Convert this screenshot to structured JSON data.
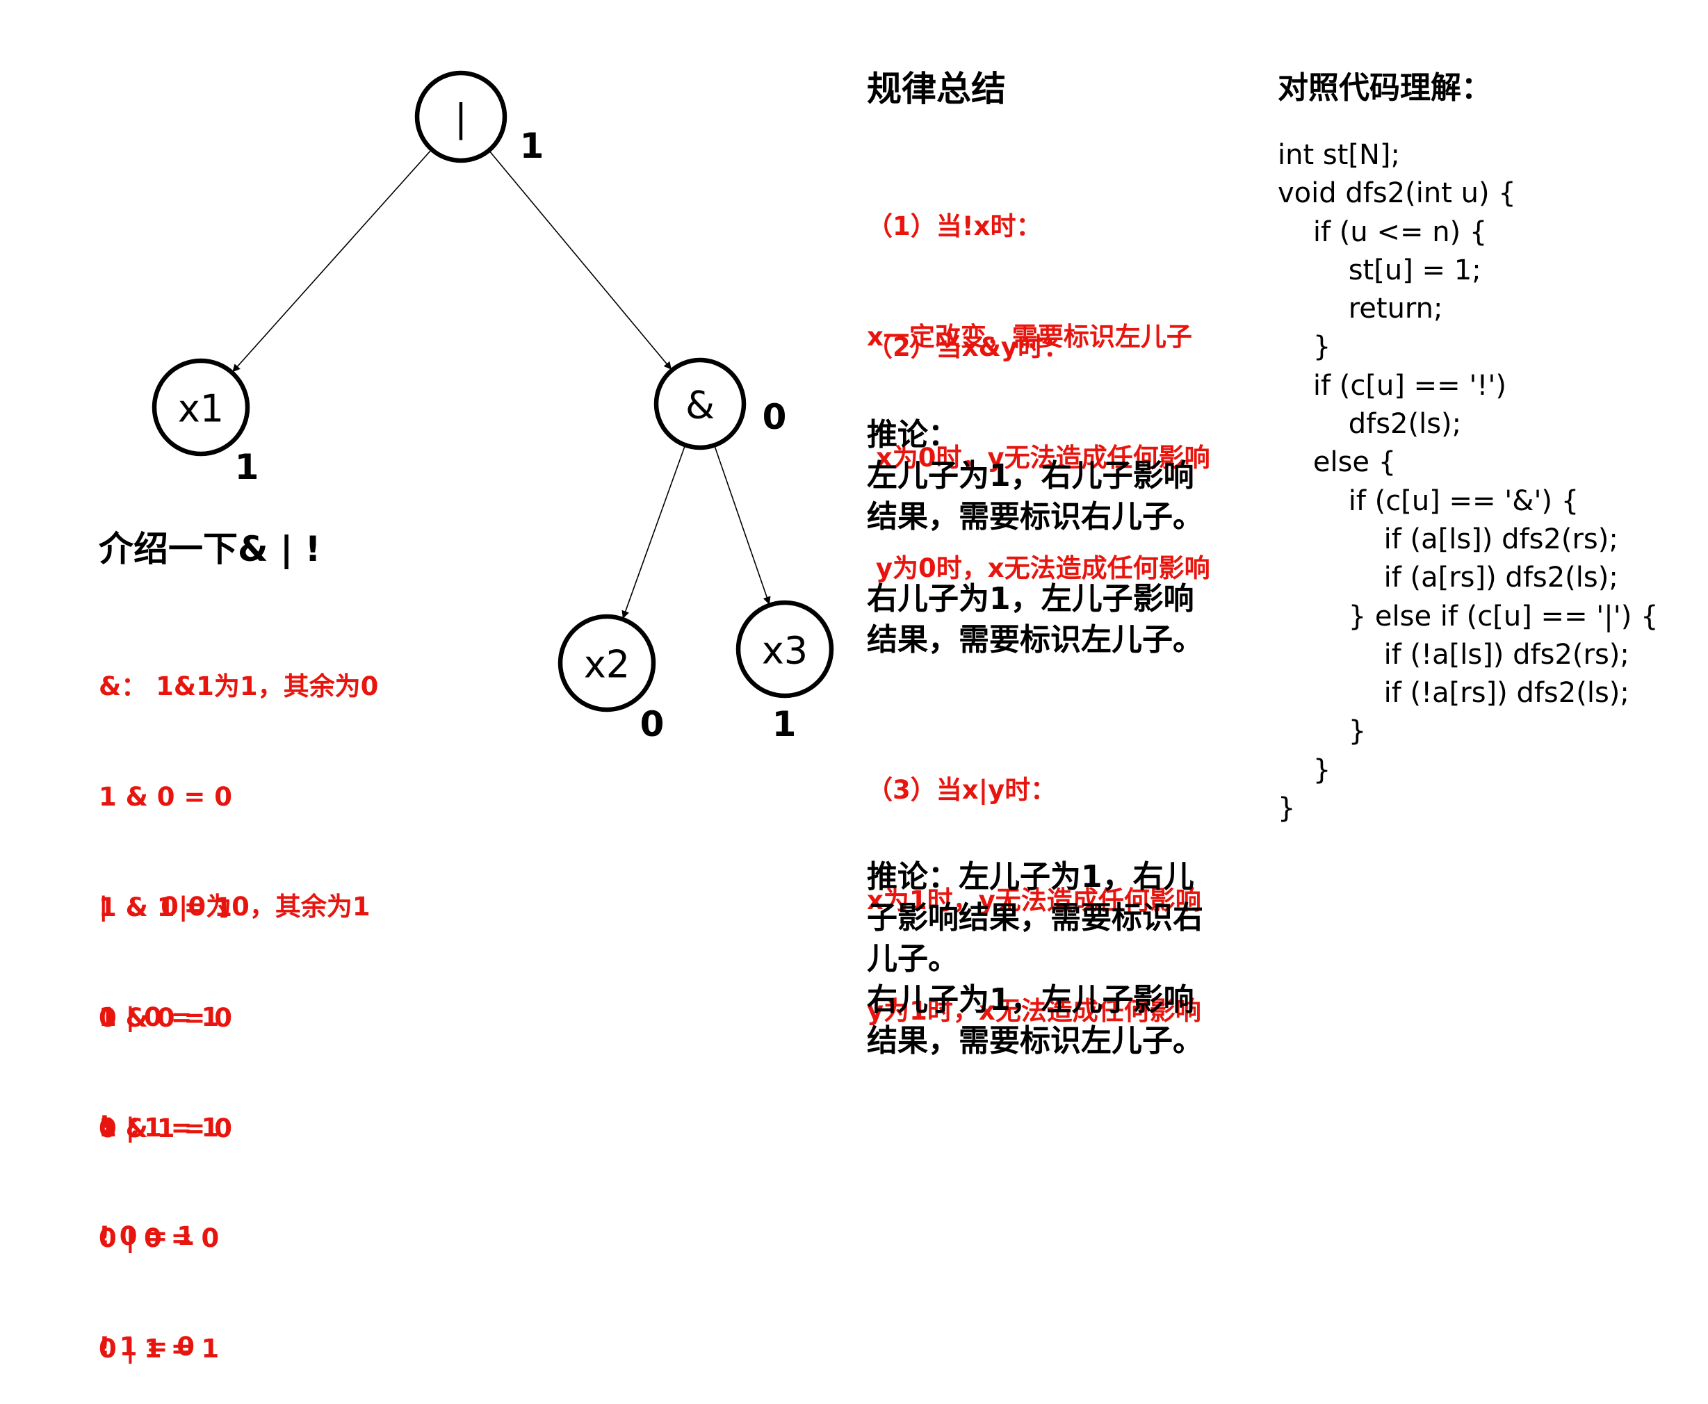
{
  "tree": {
    "nodes": [
      {
        "id": "root",
        "label": "|",
        "value": "1"
      },
      {
        "id": "x1",
        "label": "x1",
        "value": "1"
      },
      {
        "id": "and",
        "label": "&",
        "value": "0"
      },
      {
        "id": "x2",
        "label": "x2",
        "value": "0"
      },
      {
        "id": "x3",
        "label": "x3",
        "value": "1"
      }
    ],
    "edges": [
      {
        "from": "root",
        "to": "x1"
      },
      {
        "from": "root",
        "to": "and"
      },
      {
        "from": "and",
        "to": "x2"
      },
      {
        "from": "and",
        "to": "x3"
      }
    ]
  },
  "intro": {
    "title": "介绍一下& | !",
    "and_lines": [
      "&： 1&1为1，其余为0",
      "1 & 0 = 0",
      "1 & 1 = 1",
      "0 & 0 = 0",
      "0 & 1 = 0"
    ],
    "or_lines": [
      "|  ： 0|0为0，其余为1",
      "1 | 0 = 1",
      "1 | 1 = 1",
      "0 | 0 = 0",
      "0 | 1 = 1"
    ],
    "not_lines": [
      "!  ：",
      "! 0 = 1",
      "! 1 = 0"
    ]
  },
  "rules": {
    "title": "规律总结",
    "case1": [
      "（1）当!x时：",
      "x一定改变，需要标识左儿子"
    ],
    "case2": [
      "（2）当x&y时：",
      " x为0时，y无法造成任何影响",
      " y为0时，x无法造成任何影响"
    ],
    "inference1": [
      "推论：",
      "左儿子为1，右儿子影响结果，需要标识右儿子。",
      "",
      "右儿子为1，左儿子影响结果，需要标识左儿子。"
    ],
    "case3": [
      "（3）当x|y时：",
      "x为1时，y无法造成任何影响",
      "y为1时，x无法造成任何影响"
    ],
    "inference2": [
      "推论：左儿子为1，右儿子影响结果，需要标识右儿子。",
      "右儿子为1，左儿子影响结果，需要标识左儿子。"
    ]
  },
  "code": {
    "title": "对照代码理解：",
    "text": "int st[N];\nvoid dfs2(int u) {\n    if (u <= n) {\n        st[u] = 1;\n        return;\n    }\n    if (c[u] == '!')\n        dfs2(ls);\n    else {\n        if (c[u] == '&') {\n            if (a[ls]) dfs2(rs);\n            if (a[rs]) dfs2(ls);\n        } else if (c[u] == '|') {\n            if (!a[ls]) dfs2(rs);\n            if (!a[rs]) dfs2(ls);\n        }\n    }\n}"
  },
  "colors": {
    "emphasis": "#e8150f",
    "text": "#000000"
  }
}
